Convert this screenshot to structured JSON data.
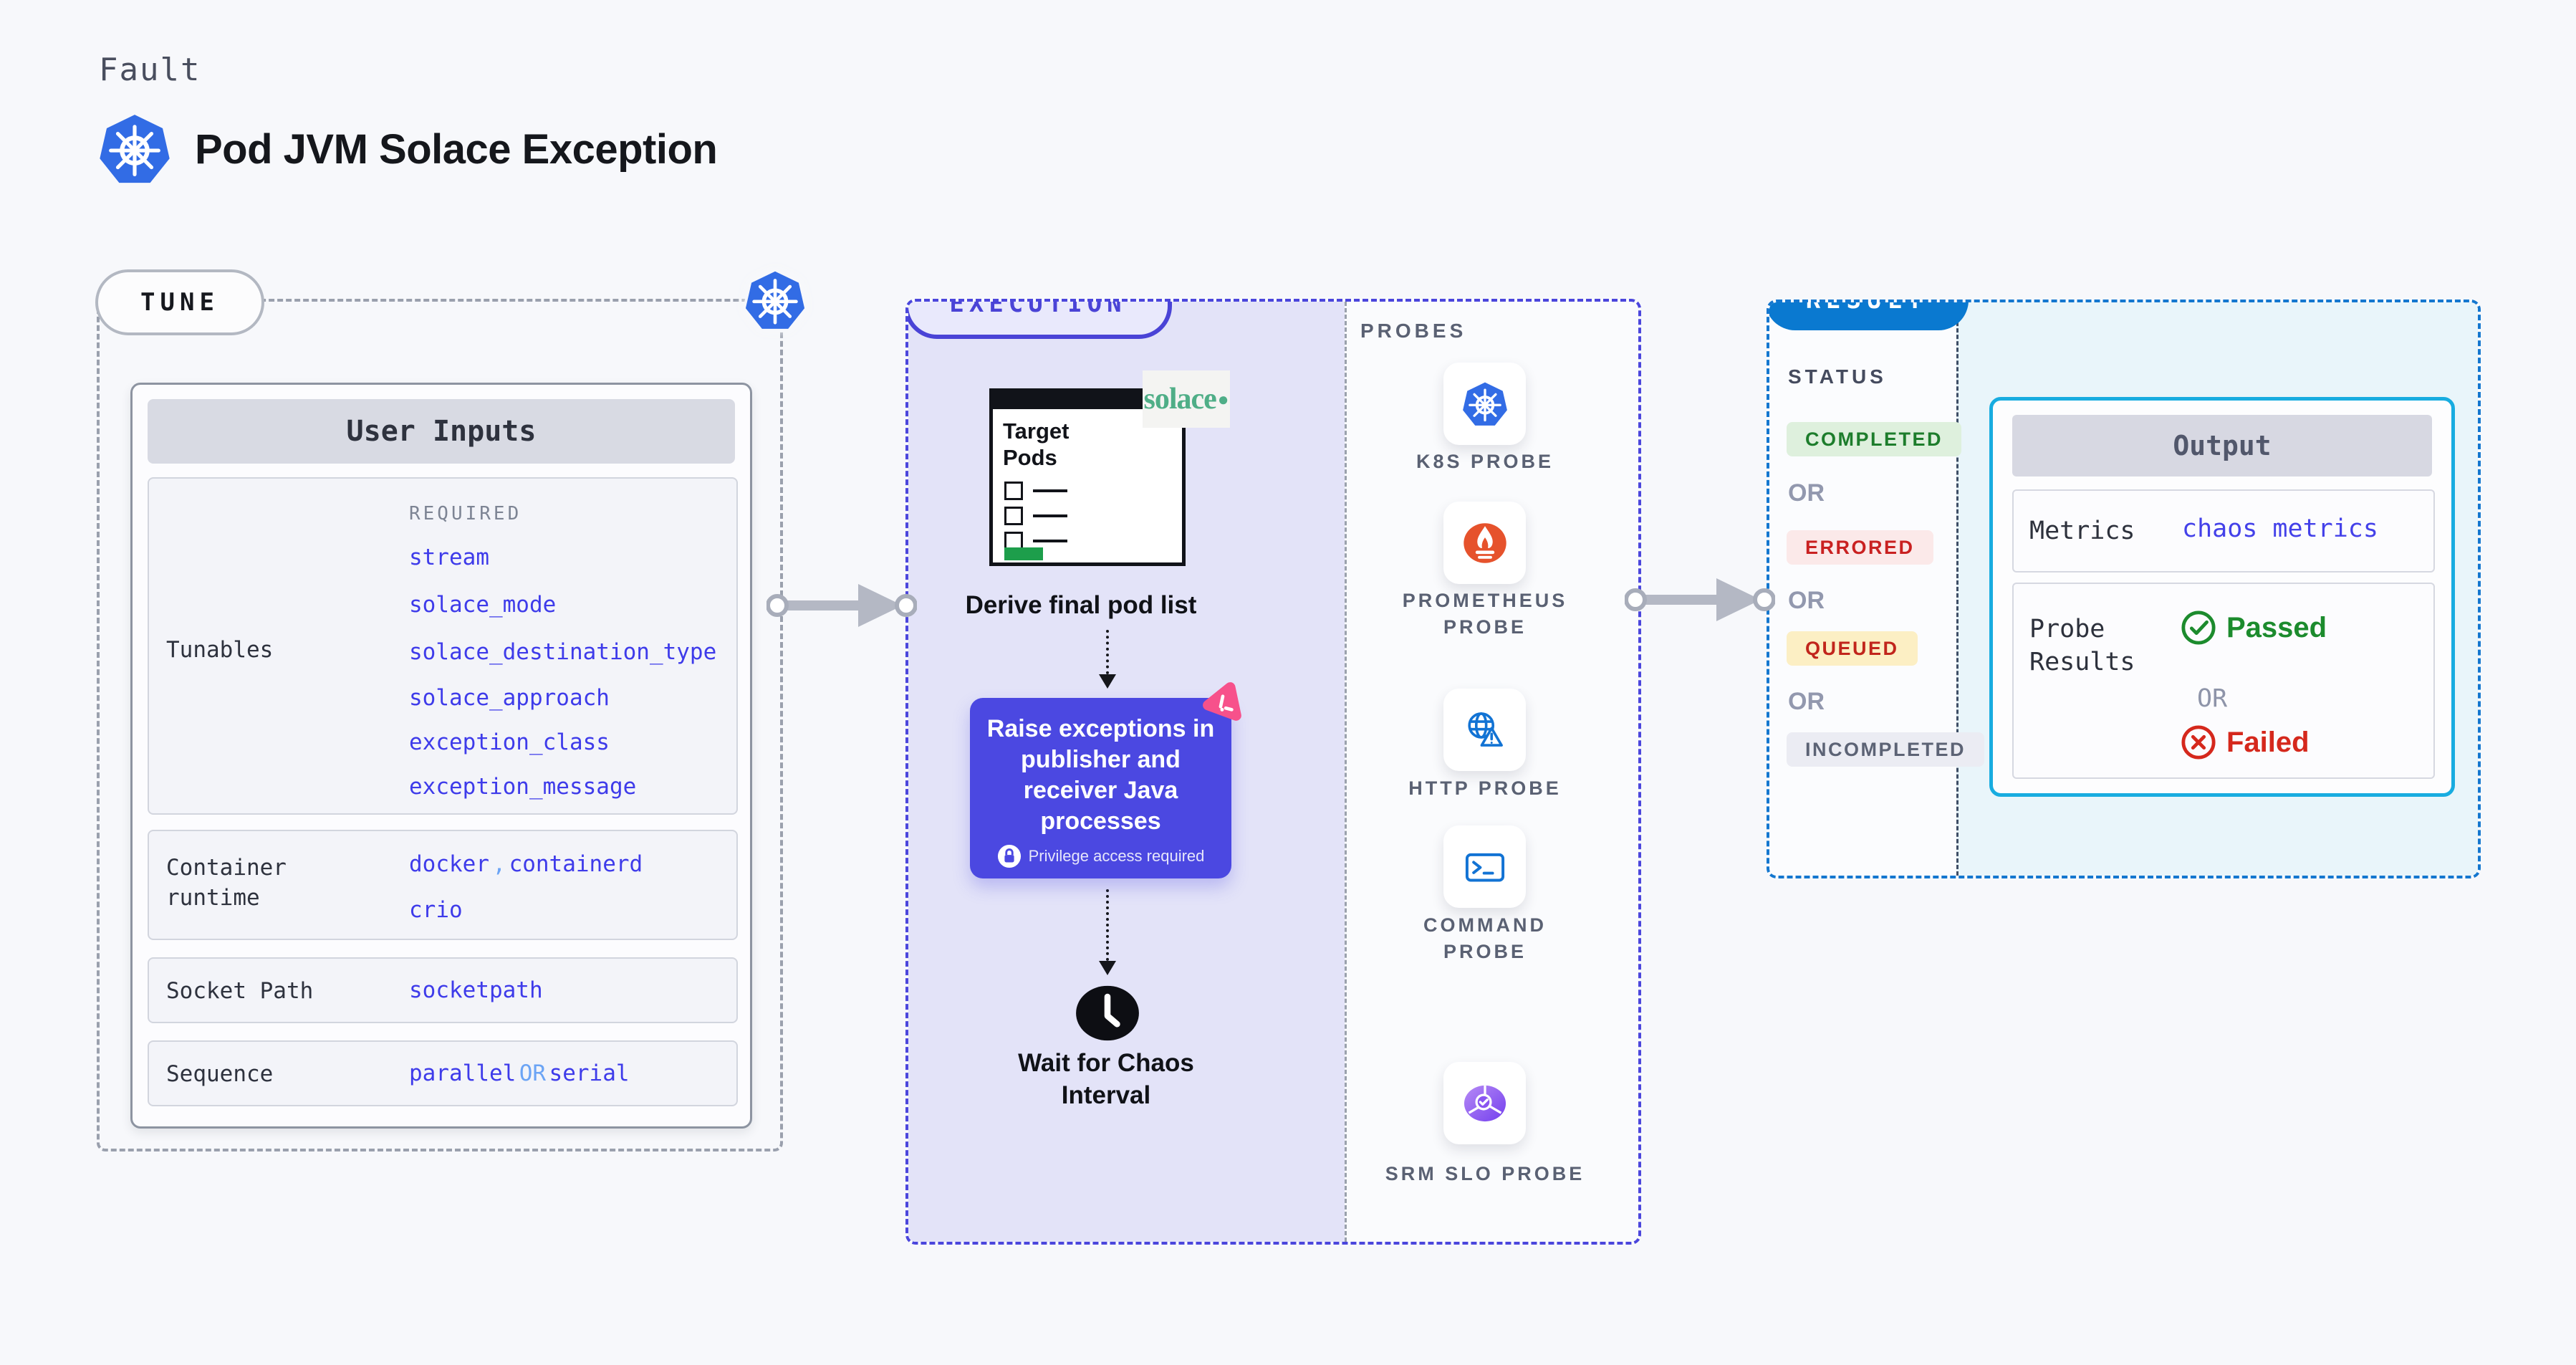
{
  "page": {
    "kicker": "Fault",
    "title": "Pod JVM Solace Exception"
  },
  "colors": {
    "kubernetes_blue": "#326ce5",
    "execution_accent": "#4a43d6",
    "purple_action": "#4b48e1",
    "result_accent": "#0a79d0",
    "output_border": "#18ace0",
    "value_blue": "#3e3bea",
    "passed_green": "#1c8b2d",
    "failed_red": "#d5281c",
    "chaos_pink": "#f7518b",
    "prometheus_orange": "#e6522c",
    "solace_green": "#4fae87"
  },
  "tune": {
    "pill": "TUNE",
    "user_inputs": {
      "header": "User Inputs",
      "required_label": "REQUIRED",
      "tunables_label": "Tunables",
      "tunables": [
        "stream",
        "solace_mode",
        "solace_destination_type",
        "solace_approach",
        "exception_class",
        "exception_message"
      ],
      "container_runtime_label": "Container runtime",
      "container_runtimes": [
        "docker",
        "containerd",
        "crio"
      ],
      "separator": ",",
      "socket_label": "Socket Path",
      "socket_value": "socketpath",
      "sequence_label": "Sequence",
      "sequence_values": [
        "parallel",
        "serial"
      ],
      "or_label": "OR"
    }
  },
  "execution": {
    "pill": "EXECUTION",
    "window_title": "Target Pods",
    "solace_logo": "solace",
    "solace_dot": "●",
    "derive_label": "Derive final pod list",
    "action_text": "Raise exceptions in publisher and receiver Java processes",
    "privilege_note": "Privilege access required",
    "wait_label": "Wait for Chaos Interval"
  },
  "probes": {
    "header": "PROBES",
    "items": [
      {
        "label": "K8S PROBE",
        "icon": "kubernetes-icon"
      },
      {
        "label": "PROMETHEUS PROBE",
        "icon": "prometheus-icon"
      },
      {
        "label": "HTTP PROBE",
        "icon": "globe-alert-icon"
      },
      {
        "label": "COMMAND PROBE",
        "icon": "terminal-icon"
      },
      {
        "label": "SRM SLO PROBE",
        "icon": "slo-check-icon"
      }
    ]
  },
  "result": {
    "pill": "RESULT",
    "status_header": "STATUS",
    "or_label": "OR",
    "statuses": [
      {
        "label": "COMPLETED",
        "type": "completed"
      },
      {
        "label": "ERRORED",
        "type": "errored"
      },
      {
        "label": "QUEUED",
        "type": "queued"
      },
      {
        "label": "INCOMPLETED",
        "type": "incompleted"
      }
    ],
    "output": {
      "header": "Output",
      "metrics_label": "Metrics",
      "metrics_value": "chaos metrics",
      "probe_results_label": "Probe Results",
      "passed_label": "Passed",
      "or_label": "OR",
      "failed_label": "Failed"
    }
  }
}
